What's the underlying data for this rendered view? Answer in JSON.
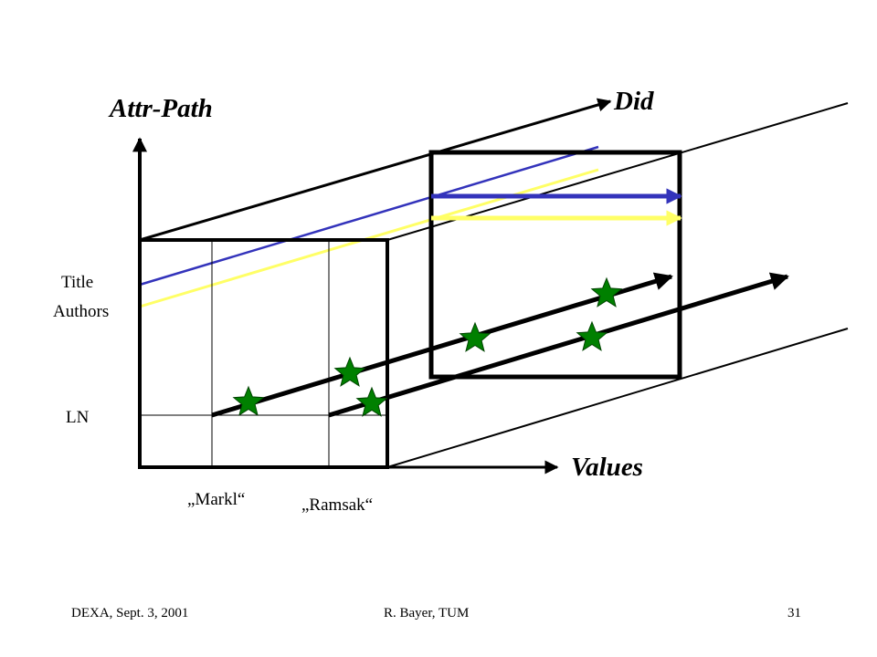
{
  "diagram": {
    "axes": {
      "vertical_label": "Attr-Path",
      "depth_label": "Did",
      "horizontal_label": "Values"
    },
    "attr_labels": [
      "Title",
      "Authors",
      "LN"
    ],
    "value_labels": [
      "„Markl“",
      "„Ramsak“"
    ],
    "colors": {
      "blue_path": "#3333bb",
      "yellow_path": "#ffff66",
      "star_fill": "#008000",
      "star_stroke": "#004400",
      "line": "#000000"
    },
    "icons": {
      "data_point": "star-icon"
    }
  },
  "footer": {
    "left": "DEXA, Sept. 3, 2001",
    "center": "R. Bayer, TUM",
    "page_number": "31"
  }
}
